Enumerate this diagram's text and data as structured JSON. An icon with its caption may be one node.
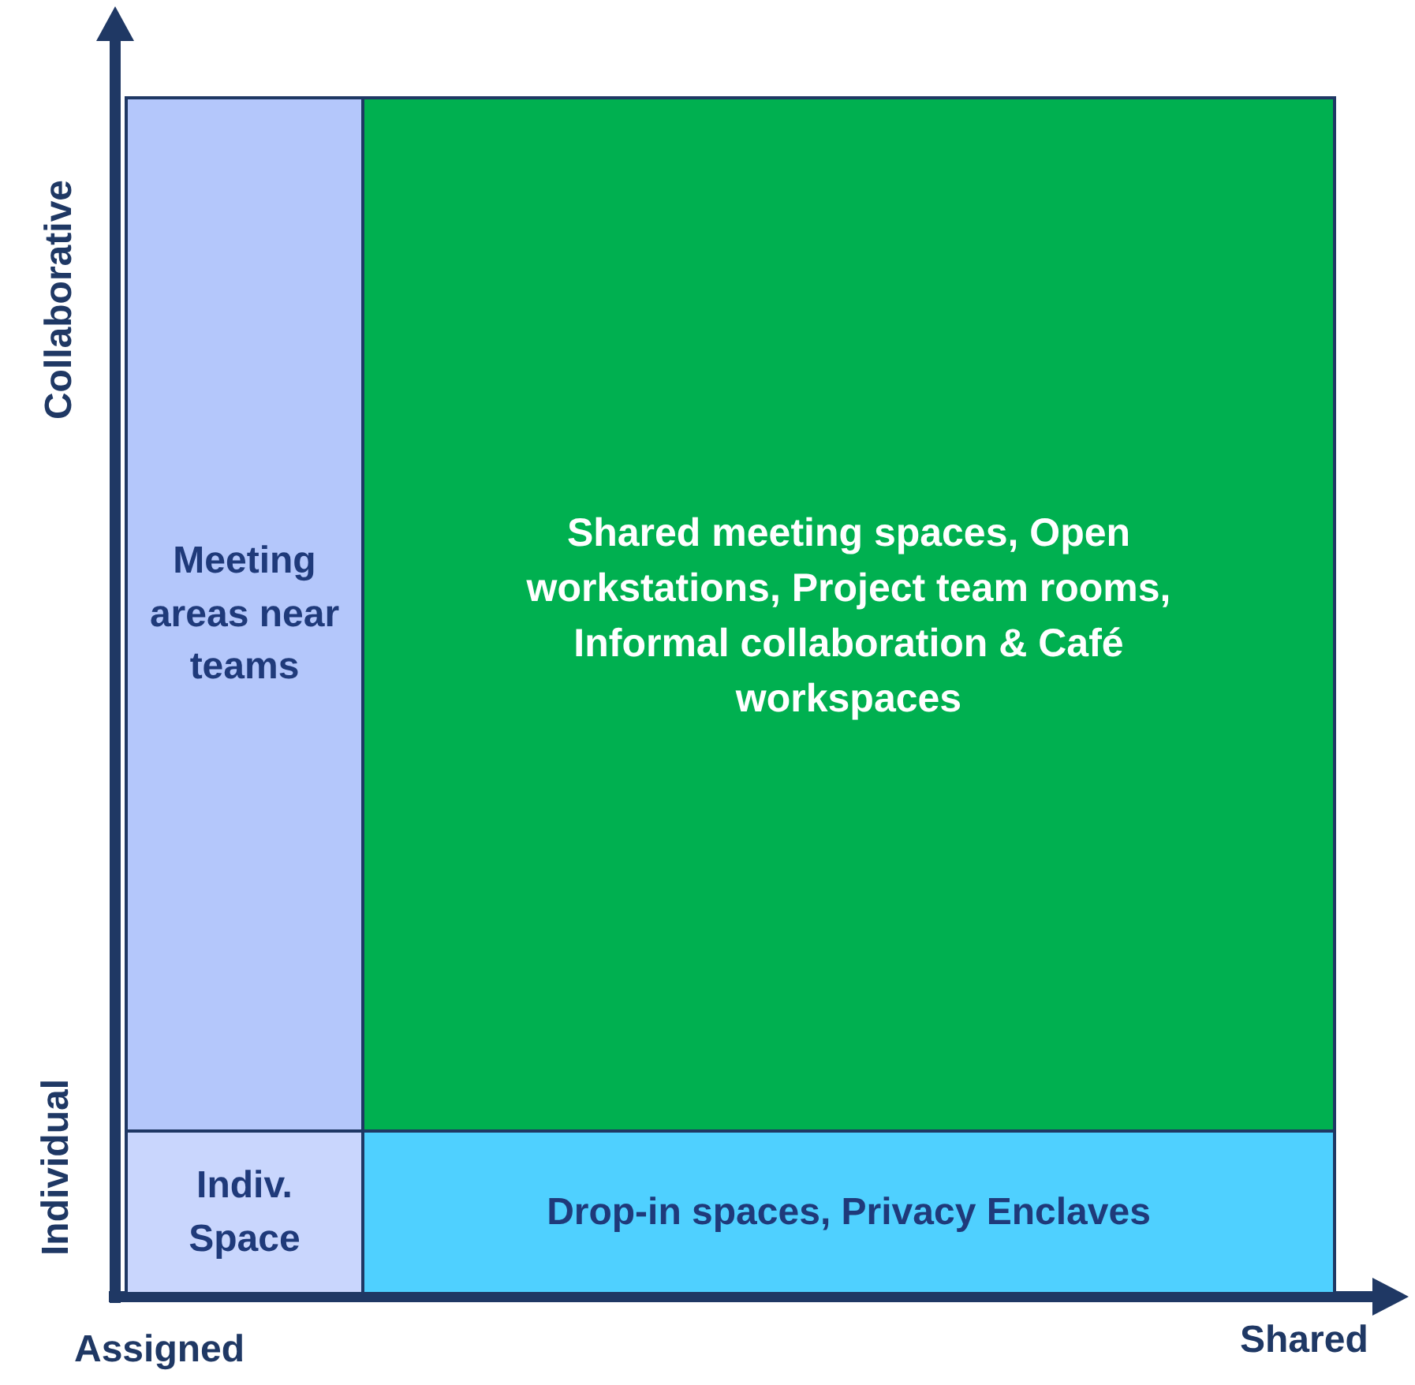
{
  "diagram": {
    "nodes": [
      {
        "text": [
          "Meeting areas near teams"
        ]
      },
      {
        "text": [
          "Shared meeting spaces, Open workstations, Project team rooms, Informal collaboration & Café workspaces"
        ]
      },
      {
        "text": [
          "Indiv. Space"
        ]
      },
      {
        "text": [
          "Drop-in spaces, Privacy Enclaves"
        ]
      }
    ],
    "labels": [
      "Collaborative",
      "Individual",
      "Assigned",
      "Shared"
    ]
  }
}
